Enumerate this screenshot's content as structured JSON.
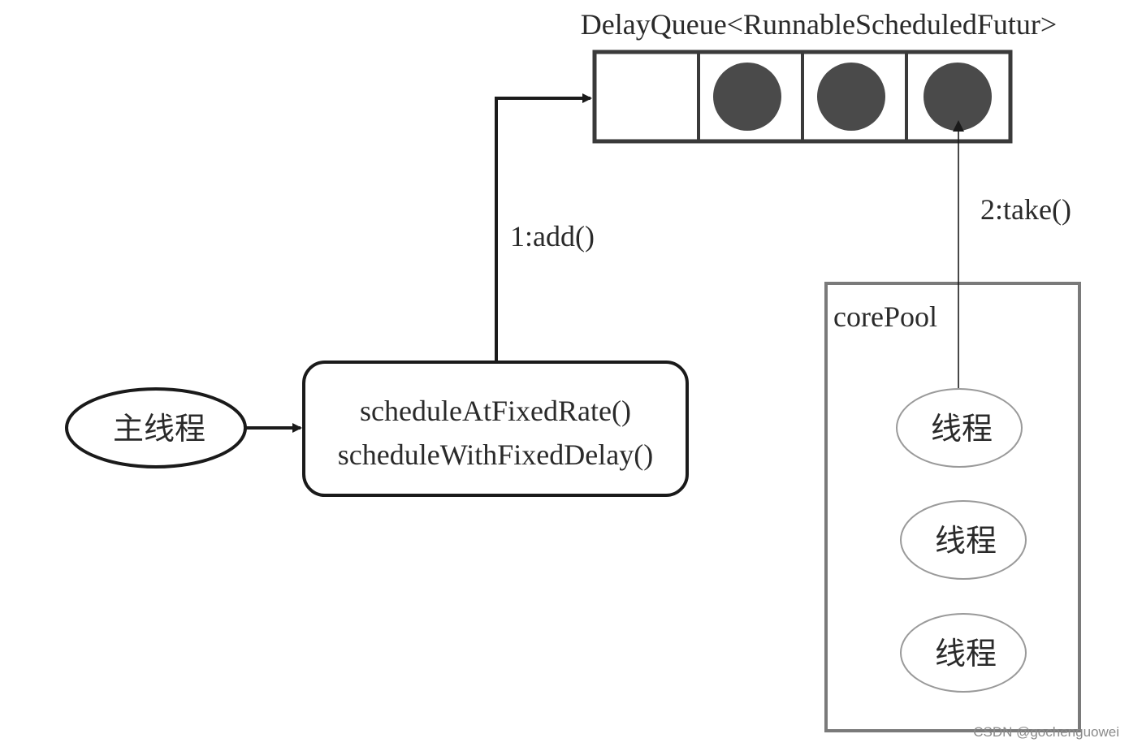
{
  "queue": {
    "label": "DelayQueue<RunnableScheduledFutur>",
    "slots": [
      {
        "filled": false
      },
      {
        "filled": true
      },
      {
        "filled": true
      },
      {
        "filled": true
      }
    ],
    "task_color": "#4a4a4a"
  },
  "main_thread": {
    "label": "主线程"
  },
  "schedule_box": {
    "line1": "scheduleAtFixedRate()",
    "line2": "scheduleWithFixedDelay()"
  },
  "arrows": {
    "add_label": "1:add()",
    "take_label": "2:take()"
  },
  "core_pool": {
    "label": "corePool",
    "threads": [
      "线程",
      "线程",
      "线程"
    ]
  },
  "watermark": "CSDN @gochenguowei",
  "colors": {
    "stroke": "#1a1a1a",
    "pool_border": "#7a7a7a",
    "thread_border": "#9a9a9a",
    "text": "#2a2a2a"
  }
}
